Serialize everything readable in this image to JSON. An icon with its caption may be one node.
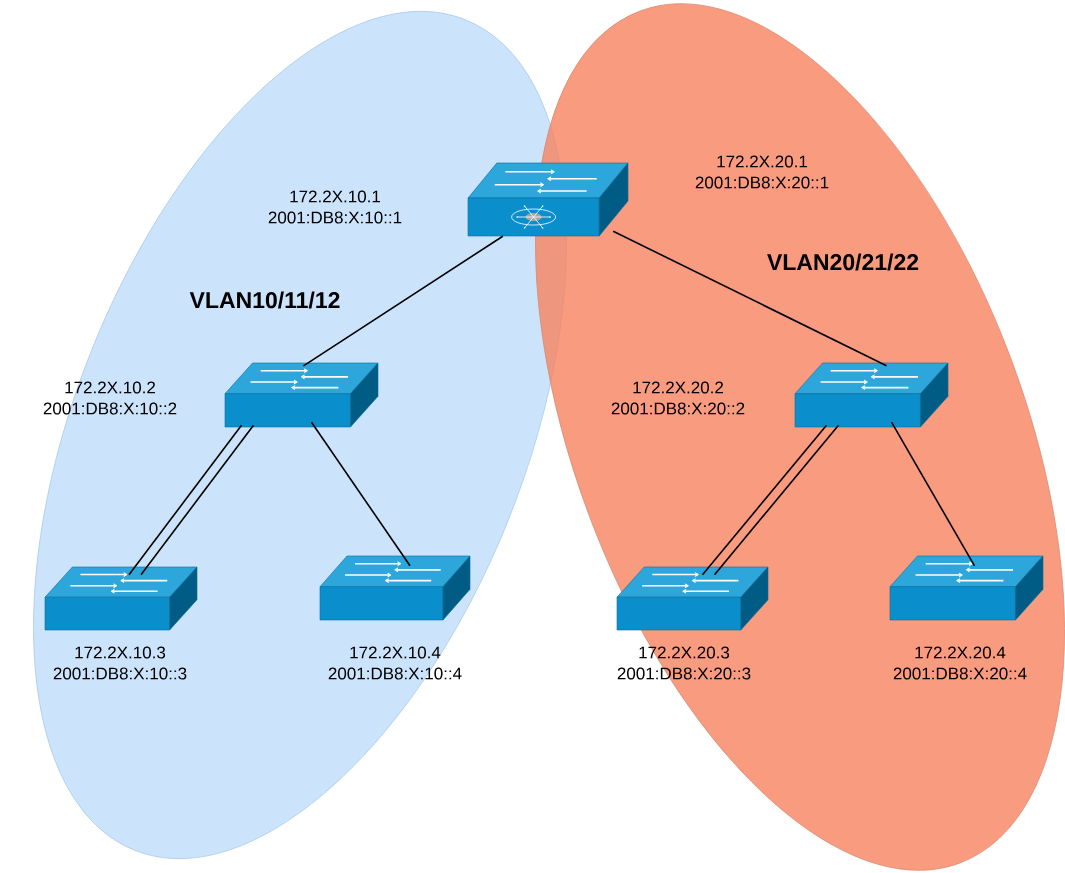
{
  "diagram": {
    "nodes": [
      {
        "text": [
          "VLAN10/11/12"
        ]
      },
      {
        "text": [
          "VLAN20/21/22"
        ]
      },
      {
        "text": [],
        "shape": "picture",
        "beside": [
          "172.2X.10.1 2001:DB8:X:10::1",
          "172.2X.20.1 2001:DB8:X:20::1"
        ]
      },
      {
        "text": [],
        "shape": "picture",
        "in": 0,
        "beside": [
          "172.2X.10.2 2001:DB8:X:10::2"
        ]
      },
      {
        "text": [],
        "shape": "picture",
        "in": 1,
        "beside": [
          "172.2X.20.2 2001:DB8:X:20::2"
        ]
      },
      {
        "text": [],
        "shape": "picture",
        "in": 0,
        "beside": [
          "172.2X.10.3 2001:DB8:X:10::3"
        ]
      },
      {
        "text": [],
        "shape": "picture",
        "in": 0,
        "beside": [
          "172.2X.10.4 2001:DB8:X:10::4"
        ]
      },
      {
        "text": [],
        "shape": "picture",
        "in": 1,
        "beside": [
          "172.2X.20.3 2001:DB8:X:20::3"
        ]
      },
      {
        "text": [],
        "shape": "picture",
        "in": 1,
        "beside": [
          "172.2X.20.4 2001:DB8:X:20::4"
        ]
      }
    ],
    "edges": [
      {
        "from": 2,
        "to": 3,
        "arrow": "none"
      },
      {
        "from": 2,
        "to": 4,
        "arrow": "none"
      },
      {
        "from": 3,
        "to": 5,
        "arrow": "none"
      },
      {
        "from": 3,
        "to": 5,
        "arrow": "none"
      },
      {
        "from": 3,
        "to": 6,
        "arrow": "none"
      },
      {
        "from": 4,
        "to": 7,
        "arrow": "none"
      },
      {
        "from": 4,
        "to": 7,
        "arrow": "none"
      },
      {
        "from": 4,
        "to": 8,
        "arrow": "none"
      }
    ]
  }
}
